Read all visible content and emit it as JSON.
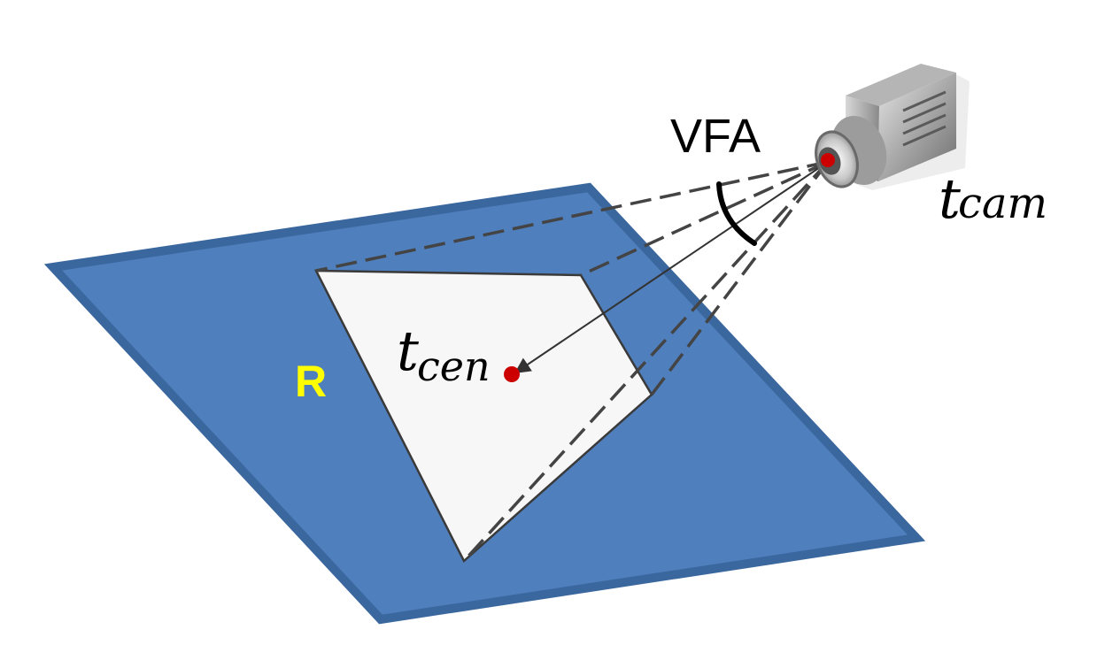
{
  "labels": {
    "vfa": "VFA",
    "region": "R",
    "t_symbol": "t",
    "cam_subscript": "cam",
    "cen_subscript": "cen"
  },
  "colors": {
    "region_fill": "#4f7fbd",
    "region_stroke": "#3b679f",
    "region_label": "#ffff00",
    "footprint_fill": "#f7f7f7",
    "point": "#cc0000",
    "dashes": "#444444",
    "text": "#000000"
  },
  "icons": {
    "camera": "camera-icon",
    "arrow": "arrow-icon"
  }
}
